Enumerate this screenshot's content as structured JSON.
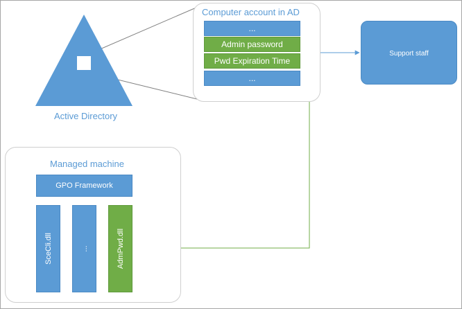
{
  "active_directory": {
    "label": "Active Directory",
    "color": "#5b9bd5"
  },
  "computer_account": {
    "title": "Computer account in AD",
    "fields": [
      {
        "label": "...",
        "color": "#5b9bd5"
      },
      {
        "label": "Admin password",
        "color": "#70ad47"
      },
      {
        "label": "Pwd Expiration Time",
        "color": "#70ad47"
      },
      {
        "label": "...",
        "color": "#5b9bd5"
      }
    ]
  },
  "support_staff": {
    "label": "Support staff",
    "color": "#5b9bd5"
  },
  "managed_machine": {
    "title": "Managed machine",
    "gpo_framework": "GPO Framework",
    "extensions": [
      {
        "label": "SceCli.dll",
        "color": "#5b9bd5"
      },
      {
        "label": "...",
        "color": "#5b9bd5"
      },
      {
        "label": "AdmPwd.dll",
        "color": "#70ad47"
      }
    ]
  },
  "connector_colors": {
    "ad_to_account": "#7f7f7f",
    "account_to_support": "#5b9bd5",
    "account_to_dll": "#70ad47"
  }
}
